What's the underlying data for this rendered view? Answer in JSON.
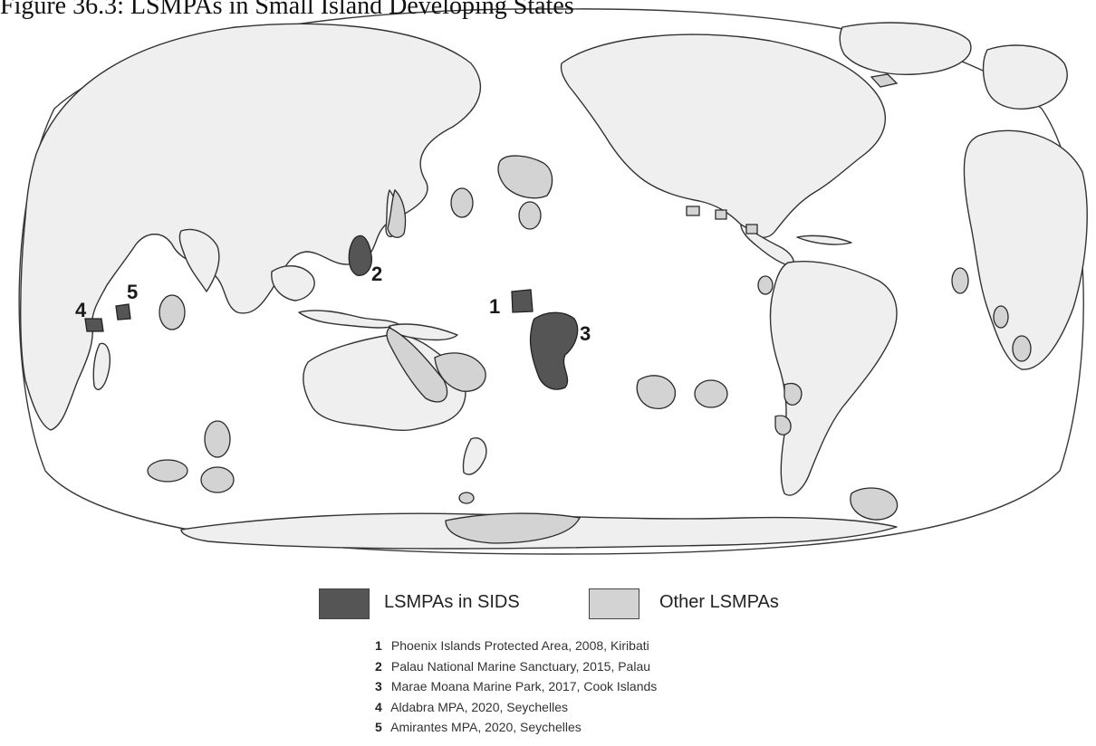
{
  "figure": {
    "title": "Figure 36.3: LSMPAs in Small Island Developing States"
  },
  "map": {
    "colors": {
      "land": "#efefef",
      "ocean": "#ffffff",
      "coastline": "#333333",
      "lsmpa_sids": "#555555",
      "lsmpa_other": "#d3d3d3"
    },
    "labels": [
      "1",
      "2",
      "3",
      "4",
      "5"
    ]
  },
  "legend": {
    "sids_label": "LSMPAs in SIDS",
    "other_label": "Other LSMPAs"
  },
  "key": [
    {
      "number": "1",
      "text": "Phoenix Islands Protected Area, 2008, Kiribati"
    },
    {
      "number": "2",
      "text": "Palau National Marine Sanctuary, 2015, Palau"
    },
    {
      "number": "3",
      "text": "Marae Moana Marine Park, 2017, Cook Islands"
    },
    {
      "number": "4",
      "text": "Aldabra MPA, 2020, Seychelles"
    },
    {
      "number": "5",
      "text": "Amirantes MPA, 2020, Seychelles"
    }
  ]
}
